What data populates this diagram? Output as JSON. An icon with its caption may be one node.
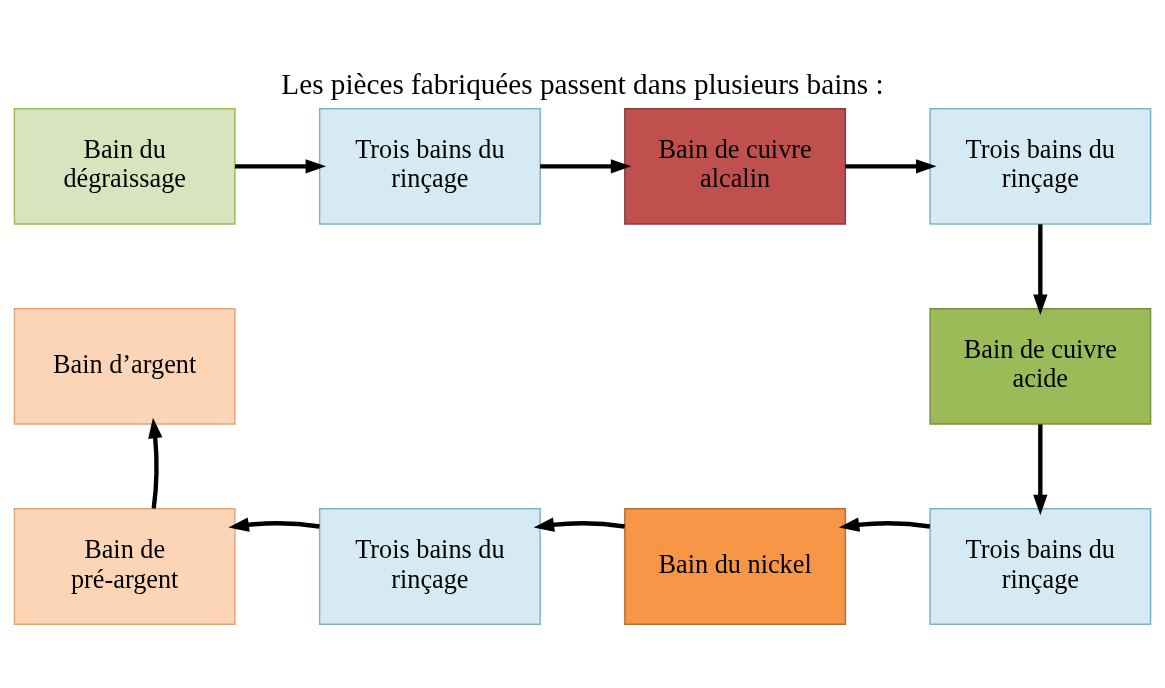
{
  "diagram": {
    "title": "Les pièces fabriquées passent dans plusieurs bains :",
    "nodes": [
      {
        "text": [
          "Bain du dégraissage"
        ]
      },
      {
        "text": [
          "Trois bains du rinçage"
        ]
      },
      {
        "text": [
          "Bain de cuivre alcalin"
        ]
      },
      {
        "text": [
          "Trois bains du rinçage"
        ]
      },
      {
        "text": [
          "Bain de cuivre acide"
        ]
      },
      {
        "text": [
          "Trois bains du rinçage"
        ]
      },
      {
        "text": [
          "Bain du nickel"
        ]
      },
      {
        "text": [
          "Trois bains du rinçage"
        ]
      },
      {
        "text": [
          "Bain de pré-argent"
        ]
      },
      {
        "text": [
          "Bain d’argent"
        ]
      }
    ],
    "edges": [
      {
        "from": 0,
        "to": 1,
        "arrow": "to"
      },
      {
        "from": 1,
        "to": 2,
        "arrow": "to"
      },
      {
        "from": 2,
        "to": 3,
        "arrow": "to"
      },
      {
        "from": 3,
        "to": 4,
        "arrow": "to"
      },
      {
        "from": 4,
        "to": 5,
        "arrow": "to"
      },
      {
        "from": 5,
        "to": 6,
        "arrow": "to"
      },
      {
        "from": 6,
        "to": 7,
        "arrow": "to"
      },
      {
        "from": 7,
        "to": 8,
        "arrow": "to"
      },
      {
        "from": 8,
        "to": 9,
        "arrow": "to"
      }
    ]
  }
}
